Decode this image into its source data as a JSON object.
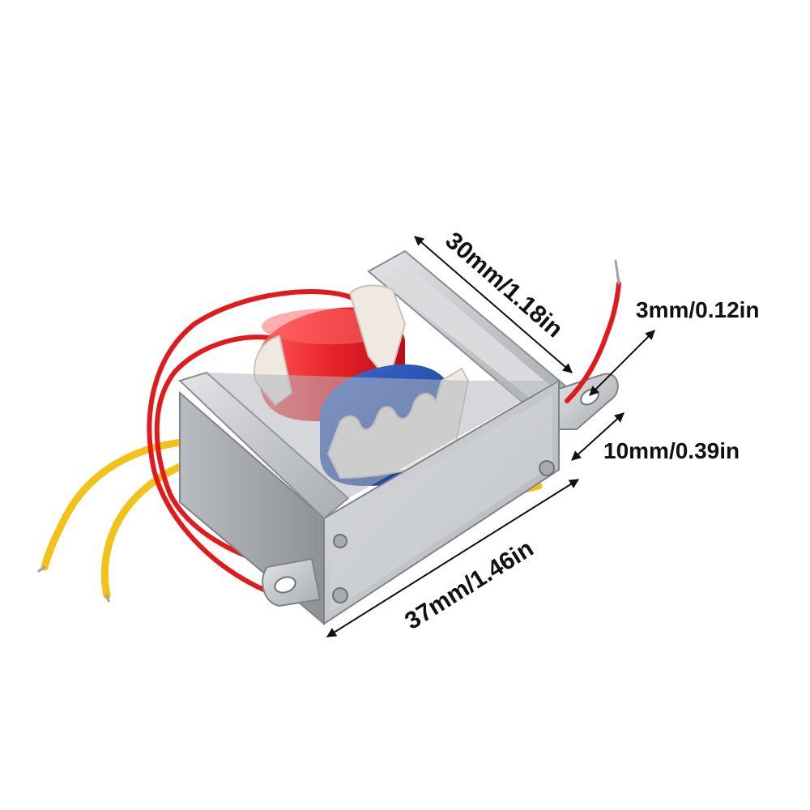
{
  "dimensions": {
    "width_label": "30mm/1.18in",
    "length_label": "37mm/1.46in",
    "hole_label": "3mm/0.12in",
    "tab_label": "10mm/0.39in"
  },
  "colors": {
    "steel": "#c9cbcd",
    "coil_primary": "#e8232a",
    "coil_secondary": "#1f4fb4",
    "bobbin": "#efe9e2",
    "wire_red": "#e11a1d",
    "wire_yellow": "#f2c21b"
  }
}
